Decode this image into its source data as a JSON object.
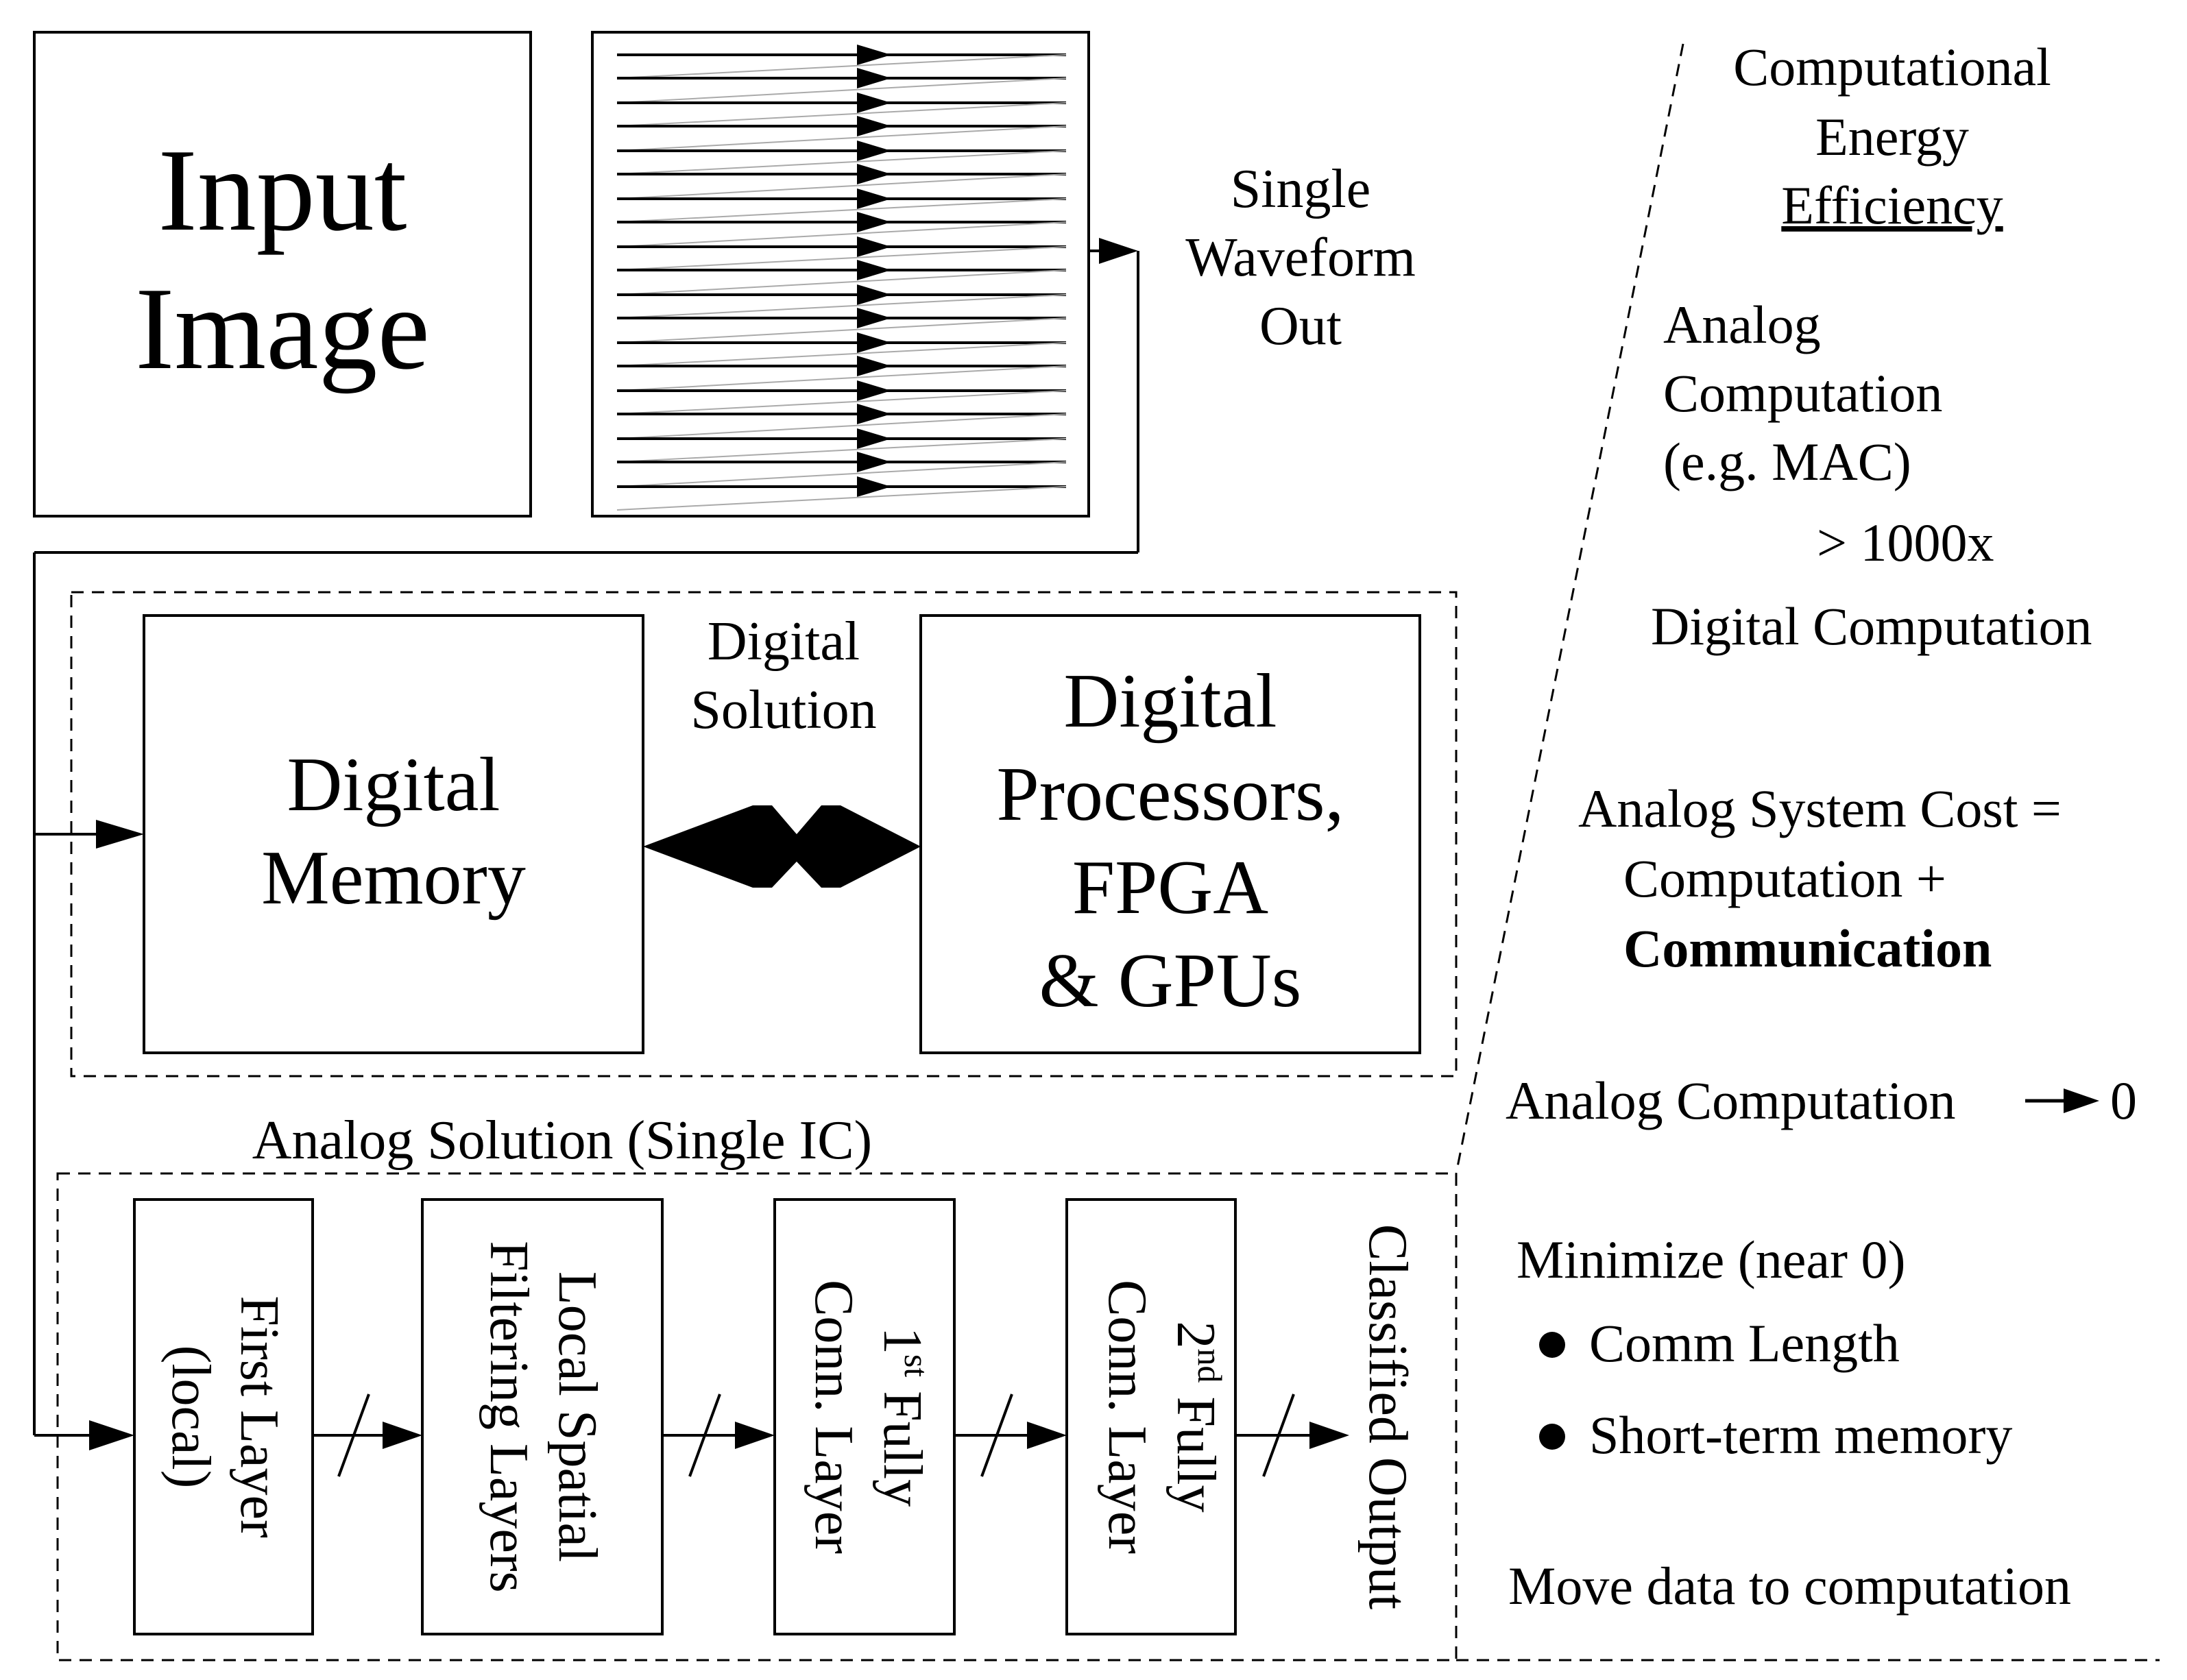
{
  "input_box": {
    "line1": "Input",
    "line2": "Image"
  },
  "waveform_label": {
    "line1": "Single",
    "line2": "Waveform",
    "line3": "Out"
  },
  "digital": {
    "title_line1": "Digital",
    "title_line2": "Solution",
    "memory": {
      "line1": "Digital",
      "line2": "Memory"
    },
    "processors": {
      "line1": "Digital",
      "line2": "Processors,",
      "line3": "FPGA",
      "line4": "& GPUs"
    }
  },
  "analog": {
    "title": "Analog Solution (Single IC)",
    "layers": [
      {
        "line1": "First Layer",
        "line2": "(local)"
      },
      {
        "line1": "Local Spatial",
        "line2": "Filtering Layers"
      },
      {
        "line1_base": "1",
        "line1_sup": "st",
        "line1_rest": " Fully",
        "line2": "Conn. Layer"
      },
      {
        "line1_base": "2",
        "line1_sup": "nd",
        "line1_rest": " Fully",
        "line2": "Conn. Layer"
      }
    ],
    "output": "Classified Output"
  },
  "right_panel": {
    "heading_line1": "Computational",
    "heading_line2": "Energy",
    "heading_line3": "Efficiency",
    "analog_line1": "Analog",
    "analog_line2": "Computation",
    "analog_line3": "(e.g. MAC)",
    "ratio": "> 1000x",
    "digital": "Digital Computation",
    "cost_line1": "Analog System Cost =",
    "cost_line2": "Computation +",
    "cost_line3": "Communication",
    "limit_label": "Analog Computation",
    "limit_value": "0",
    "minimize": "Minimize (near 0)",
    "bullets": [
      "Comm Length",
      "Short-term memory"
    ],
    "move": "Move data to computation"
  }
}
